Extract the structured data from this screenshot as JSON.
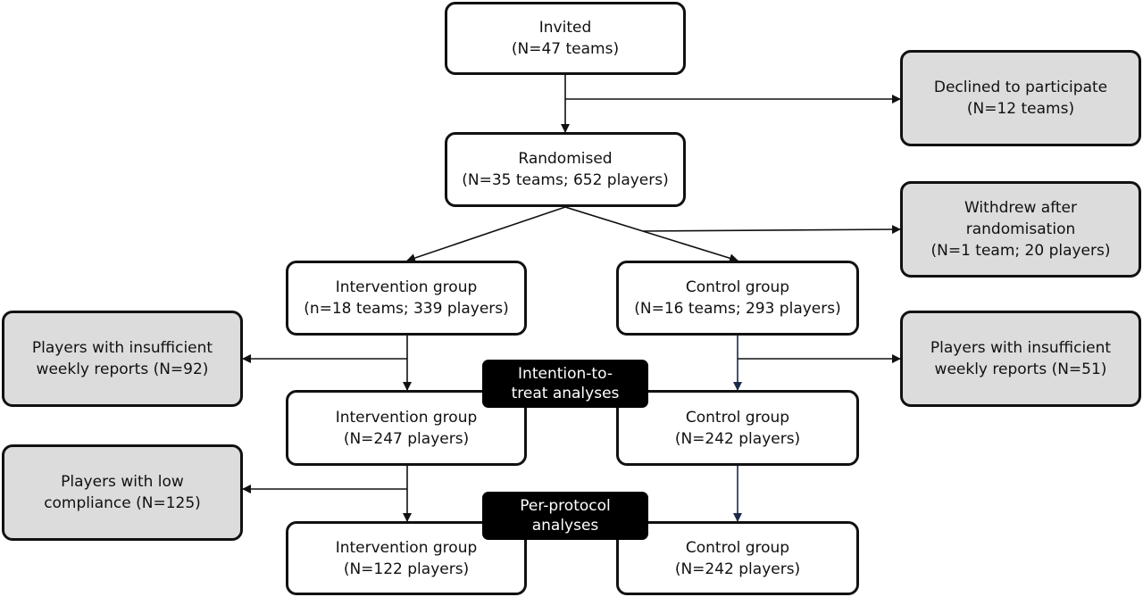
{
  "boxes": {
    "invited": {
      "line1": "Invited",
      "line2": "(N=47 teams)"
    },
    "declined": {
      "line1": "Declined to participate",
      "line2": "(N=12 teams)"
    },
    "randomised": {
      "line1": "Randomised",
      "line2": "(N=35 teams; 652 players)"
    },
    "withdrew": {
      "line1": "Withdrew after",
      "line2": "randomisation",
      "line3": "(N=1 team; 20 players)"
    },
    "intervention_1": {
      "line1": "Intervention group",
      "line2": "(n=18 teams; 339 players)"
    },
    "control_1": {
      "line1": "Control group",
      "line2": "(N=16 teams; 293 players)"
    },
    "insufficient_left": {
      "line1": "Players with insufficient",
      "line2": "weekly reports (N=92)"
    },
    "insufficient_right": {
      "line1": "Players with insufficient",
      "line2": "weekly reports (N=51)"
    },
    "intervention_2": {
      "line1": "Intervention group",
      "line2": "(N=247 players)"
    },
    "control_2": {
      "line1": "Control group",
      "line2": "(N=242 players)"
    },
    "low_compliance": {
      "line1": "Players with low",
      "line2": "compliance (N=125)"
    },
    "intervention_3": {
      "line1": "Intervention group",
      "line2": "(N=122 players)"
    },
    "control_3": {
      "line1": "Control group",
      "line2": "(N=242 players)"
    }
  },
  "labels": {
    "itt": {
      "line1": "Intention-to-",
      "line2": "treat analyses"
    },
    "pp": {
      "line1": "Per-protocol",
      "line2": "analyses"
    }
  },
  "colors": {
    "arrow_dark": "#111111",
    "arrow_navy": "#1c2a4a",
    "grey_box": "#dcdcdc"
  }
}
